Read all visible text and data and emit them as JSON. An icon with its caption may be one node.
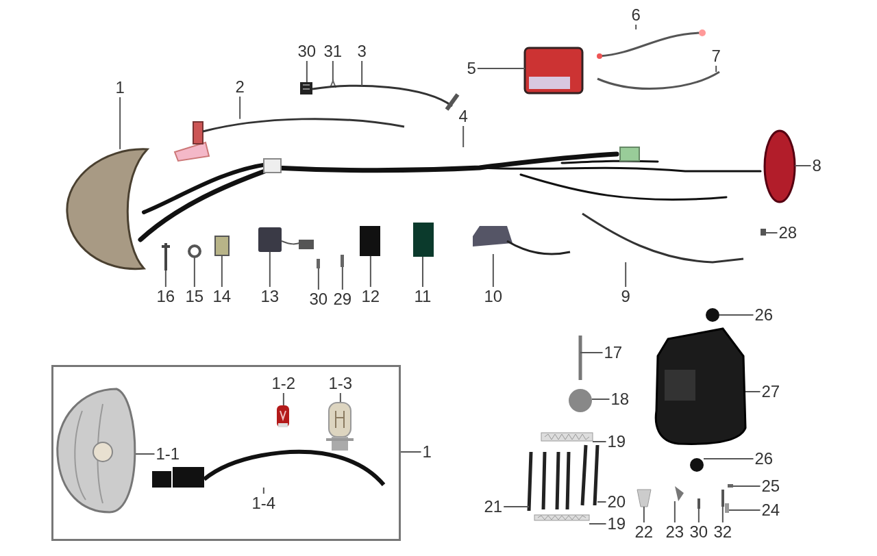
{
  "diagram": {
    "nodes": [
      {
        "text": [
          "1"
        ]
      },
      {
        "text": [
          "30"
        ]
      },
      {
        "text": [
          "31"
        ]
      },
      {
        "text": [
          "3"
        ]
      },
      {
        "text": [
          "6"
        ]
      },
      {
        "text": [
          "5"
        ]
      },
      {
        "text": [
          "7"
        ]
      },
      {
        "text": [
          "2"
        ]
      },
      {
        "text": [
          "4"
        ]
      },
      {
        "text": [
          "8"
        ]
      },
      {
        "text": [
          "28"
        ]
      },
      {
        "text": [
          "16"
        ]
      },
      {
        "text": [
          "15"
        ]
      },
      {
        "text": [
          "14"
        ]
      },
      {
        "text": [
          "13"
        ]
      },
      {
        "text": [
          "30"
        ]
      },
      {
        "text": [
          "29"
        ]
      },
      {
        "text": [
          "12"
        ]
      },
      {
        "text": [
          "11"
        ]
      },
      {
        "text": [
          "10"
        ]
      },
      {
        "text": [
          "9"
        ]
      },
      {
        "text": [
          "26"
        ]
      },
      {
        "text": [
          "17"
        ]
      },
      {
        "text": [
          "18"
        ]
      },
      {
        "text": [
          "27"
        ]
      },
      {
        "text": [],
        "shape": "box"
      },
      {
        "text": [
          "1-1"
        ],
        "in": 25
      },
      {
        "text": [
          "1-2"
        ],
        "in": 25
      },
      {
        "text": [
          "1-3"
        ],
        "in": 25
      },
      {
        "text": [
          "1-4"
        ],
        "in": 25
      },
      {
        "text": [
          "1"
        ]
      },
      {
        "text": [
          "19"
        ]
      },
      {
        "text": [
          "26"
        ]
      },
      {
        "text": [
          "25"
        ]
      },
      {
        "text": [
          "21"
        ]
      },
      {
        "text": [
          "20"
        ]
      },
      {
        "text": [
          "24"
        ]
      },
      {
        "text": [
          "19"
        ]
      },
      {
        "text": [
          "22"
        ]
      },
      {
        "text": [
          "23"
        ]
      },
      {
        "text": [
          "30"
        ]
      },
      {
        "text": [
          "32"
        ]
      },
      {
        "text": [],
        "shape": "picture"
      },
      {
        "text": [],
        "shape": "picture"
      },
      {
        "text": [],
        "shape": "picture"
      },
      {
        "text": [],
        "shape": "picture"
      },
      {
        "text": [],
        "shape": "picture"
      },
      {
        "text": [],
        "shape": "picture"
      },
      {
        "text": [],
        "shape": "picture"
      },
      {
        "text": [],
        "shape": "picture"
      },
      {
        "text": [],
        "shape": "picture"
      },
      {
        "text": [],
        "shape": "picture"
      },
      {
        "text": [],
        "shape": "picture"
      },
      {
        "text": [],
        "shape": "picture"
      },
      {
        "text": [],
        "shape": "picture"
      },
      {
        "text": [],
        "shape": "picture"
      },
      {
        "text": [],
        "shape": "picture"
      },
      {
        "text": [],
        "shape": "picture"
      },
      {
        "text": [],
        "shape": "picture"
      },
      {
        "text": [],
        "shape": "picture"
      },
      {
        "text": [],
        "shape": "picture"
      },
      {
        "text": [],
        "shape": "picture"
      },
      {
        "text": [],
        "shape": "picture"
      },
      {
        "text": [],
        "shape": "picture"
      },
      {
        "text": [],
        "shape": "picture"
      },
      {
        "text": [],
        "shape": "picture"
      },
      {
        "text": [],
        "shape": "picture"
      },
      {
        "text": [],
        "shape": "picture",
        "in": 25
      },
      {
        "text": [],
        "shape": "picture",
        "in": 25
      },
      {
        "text": [],
        "shape": "picture",
        "in": 25
      },
      {
        "text": [],
        "shape": "picture",
        "in": 25
      },
      {
        "text": [],
        "shape": "picture"
      },
      {
        "text": [],
        "shape": "picture"
      },
      {
        "text": [],
        "shape": "picture"
      },
      {
        "text": [],
        "shape": "picture"
      },
      {
        "text": [],
        "shape": "picture"
      },
      {
        "text": [],
        "shape": "picture"
      },
      {
        "text": [],
        "shape": "picture"
      },
      {
        "text": [],
        "shape": "picture"
      },
      {
        "text": [],
        "shape": "picture"
      },
      {
        "text": [],
        "shape": "picture"
      },
      {
        "text": [],
        "shape": "picture"
      }
    ],
    "edges": [
      {
        "from": 0,
        "to": 42,
        "arrow": "none"
      },
      {
        "from": 1,
        "to": 43,
        "arrow": "none"
      },
      {
        "from": 2,
        "to": 44,
        "arrow": "none"
      },
      {
        "from": 3,
        "to": 45,
        "arrow": "none"
      },
      {
        "from": 4,
        "to": 46,
        "arrow": "none"
      },
      {
        "from": 5,
        "to": 47,
        "arrow": "none"
      },
      {
        "from": 6,
        "to": 48,
        "arrow": "none"
      },
      {
        "from": 7,
        "to": 49,
        "arrow": "none"
      },
      {
        "from": 8,
        "to": 50,
        "arrow": "none"
      },
      {
        "from": 9,
        "to": 51,
        "arrow": "none"
      },
      {
        "from": 10,
        "to": 52,
        "arrow": "none"
      },
      {
        "from": 11,
        "to": 53,
        "arrow": "none"
      },
      {
        "from": 12,
        "to": 54,
        "arrow": "none"
      },
      {
        "from": 13,
        "to": 55,
        "arrow": "none"
      },
      {
        "from": 14,
        "to": 56,
        "arrow": "none"
      },
      {
        "from": 15,
        "to": 57,
        "arrow": "none"
      },
      {
        "from": 16,
        "to": 58,
        "arrow": "none"
      },
      {
        "from": 17,
        "to": 59,
        "arrow": "none"
      },
      {
        "from": 18,
        "to": 60,
        "arrow": "none"
      },
      {
        "from": 19,
        "to": 61,
        "arrow": "none"
      },
      {
        "from": 20,
        "to": 62,
        "arrow": "none"
      },
      {
        "from": 21,
        "to": 63,
        "arrow": "none"
      },
      {
        "from": 22,
        "to": 64,
        "arrow": "none"
      },
      {
        "from": 23,
        "to": 65,
        "arrow": "none"
      },
      {
        "from": 24,
        "to": 66,
        "arrow": "none"
      },
      {
        "from": 26,
        "to": 67,
        "arrow": "none"
      },
      {
        "from": 27,
        "to": 68,
        "arrow": "none"
      },
      {
        "from": 28,
        "to": 69,
        "arrow": "none"
      },
      {
        "from": 29,
        "to": 70,
        "arrow": "none"
      },
      {
        "from": 30,
        "to": 25,
        "arrow": "none"
      },
      {
        "from": 31,
        "to": 71,
        "arrow": "none"
      },
      {
        "from": 32,
        "to": 72,
        "arrow": "none"
      },
      {
        "from": 33,
        "to": 73,
        "arrow": "none"
      },
      {
        "from": 34,
        "to": 74,
        "arrow": "none"
      },
      {
        "from": 35,
        "to": 75,
        "arrow": "none"
      },
      {
        "from": 36,
        "to": 76,
        "arrow": "none"
      },
      {
        "from": 37,
        "to": 77,
        "arrow": "none"
      },
      {
        "from": 38,
        "to": 78,
        "arrow": "none"
      },
      {
        "from": 39,
        "to": 79,
        "arrow": "none"
      },
      {
        "from": 40,
        "to": 80,
        "arrow": "none"
      },
      {
        "from": 41,
        "to": 81,
        "arrow": "none"
      }
    ]
  }
}
